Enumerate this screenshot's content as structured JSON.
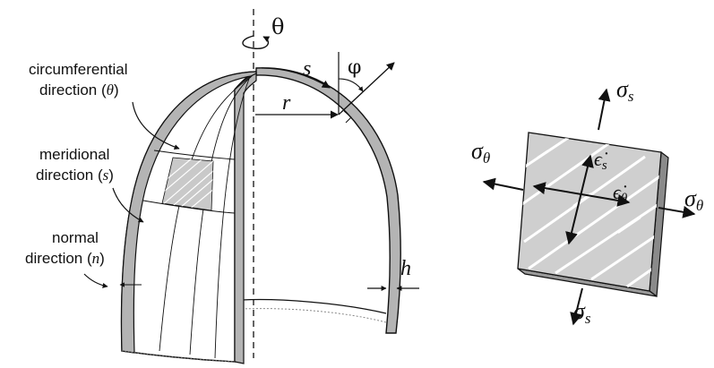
{
  "labels": {
    "theta_axis": "θ",
    "arc_length": "s",
    "angle_phi": "φ",
    "radius": "r",
    "thickness": "h",
    "circumferential_line1": "circumferential",
    "circumferential_line2": "direction (",
    "circumferential_symbol": "θ",
    "circumferential_close": ")",
    "meridional_line1": "meridional",
    "meridional_line2": "direction (",
    "meridional_symbol": "s",
    "meridional_close": ")",
    "normal_line1": "normal",
    "normal_line2": "direction (",
    "normal_symbol": "n",
    "normal_close": ")",
    "sigma": "σ",
    "sub_s": "s",
    "sub_theta": "θ",
    "epsilon_dot": "ϵ̇"
  },
  "colors": {
    "shell_fill": "#b4b4b4",
    "stroke": "#111111",
    "element_face": "#cfcfcf",
    "element_edge": "#8a8a8a",
    "hatch_light": "#ffffff"
  }
}
